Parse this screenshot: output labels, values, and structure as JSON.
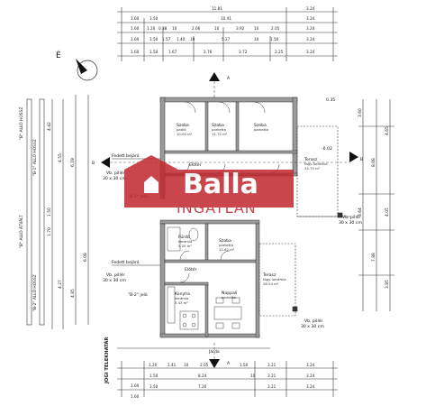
{
  "colors": {
    "wall": "#555555",
    "line": "#333333",
    "logo": "#c0272d"
  },
  "logo": {
    "main": "Balla",
    "sub": "INGATLAN"
  },
  "dims_top": [
    {
      "rowlabel": "",
      "vals": [
        "11.81",
        "3.24"
      ]
    },
    {
      "rowlabel": "1.60",
      "vals": [
        "1.50",
        "10.41",
        "3.24"
      ]
    },
    {
      "rowlabel": "1.60",
      "vals": [
        "1.20",
        "0.38",
        "10",
        "2.06",
        "10",
        "3.92",
        "10",
        "2.05",
        "3.24"
      ]
    },
    {
      "rowlabel": "1.60",
      "vals": [
        "1.50",
        "1.57",
        "1.40",
        "10",
        "5.27",
        "10",
        "1.50",
        "3.24"
      ]
    },
    {
      "rowlabel": "1.60",
      "vals": [
        "1.50",
        "1.67",
        "2.76",
        "3.72",
        "2.25",
        "3.24"
      ]
    }
  ],
  "dims_bottom": [
    {
      "rowlabel": "",
      "vals": [
        "1.20",
        "1.41",
        "10",
        "2.05",
        "1.50",
        "3.21",
        "3.24"
      ]
    },
    {
      "rowlabel": "1.60",
      "vals": [
        "1.50",
        "8.24",
        "10",
        "3.21",
        "3.24"
      ]
    },
    {
      "rowlabel": "1.60",
      "vals": [
        "1.50",
        "7.20",
        "3.21",
        "3.24"
      ]
    }
  ],
  "left_labels": [
    "\"B\" ALLÓ HOSSZ",
    "\"B-1\" ALLÓ HOSSZ",
    "\"B\" ALLÓ ÁTVÁLT",
    "\"B-2\" ALLÓ HOSSZ",
    "JOGI TELEKHATÁR"
  ],
  "left_dims": [
    "4.42",
    "4.55",
    "6.19",
    "1.50",
    "1.70",
    "4.27",
    "4.85",
    "6.08"
  ],
  "right_dims": [
    "3.60",
    "8.08",
    "4.65",
    "3.64",
    "4.05",
    "7.88",
    "3.85"
  ],
  "section_marks": {
    "a": "A",
    "b": "B"
  },
  "north": {
    "label": "É"
  },
  "rooms": [
    {
      "name": "Szoba",
      "area": "padló",
      "size": "10.00 m²"
    },
    {
      "name": "Szoba",
      "area": "parketta",
      "size": "11.72 m²"
    },
    {
      "name": "Szoba",
      "area": "parketta",
      "size": "—"
    },
    {
      "name": "Terasz",
      "area": "fagy. kerámia",
      "size": "24.70 m²"
    },
    {
      "name": "Előtér",
      "area": "",
      "size": ""
    },
    {
      "name": "Fürdő",
      "area": "kerámia",
      "size": "5.20 m²"
    },
    {
      "name": "Szoba",
      "area": "parketta",
      "size": "12.62 m²"
    },
    {
      "name": "Előtér",
      "area": "",
      "size": ""
    },
    {
      "name": "Konyha",
      "area": "kerámia",
      "size": "5.43 m²"
    },
    {
      "name": "Nappali",
      "area": "parketta",
      "size": ""
    },
    {
      "name": "Terasz",
      "area": "fagy. kerámia",
      "size": "26.54 m²"
    }
  ],
  "labels": {
    "fedett_felso": "Fedett bejáró",
    "vb_pillér_1": "Vb. pillér",
    "vb_pillér_1_size": "30 x 30 cm",
    "b1_jelu": "\"B-1\" jelű",
    "fedett_also": "Fedett bejáró",
    "vb_pillér_2": "Vb. pillér",
    "vb_pillér_2_size": "30 x 30 cm",
    "b2_jelu": "\"B-2\" jelű",
    "vb_right_1": "Vb. pillér",
    "vb_right_1_size": "30 x 30 cm",
    "vb_right_2": "Vb. pillér",
    "vb_right_2_size": "30 x 30 cm",
    "jarda": "Járda",
    "level_plus": "-0.02",
    "level_a": "0.35"
  }
}
